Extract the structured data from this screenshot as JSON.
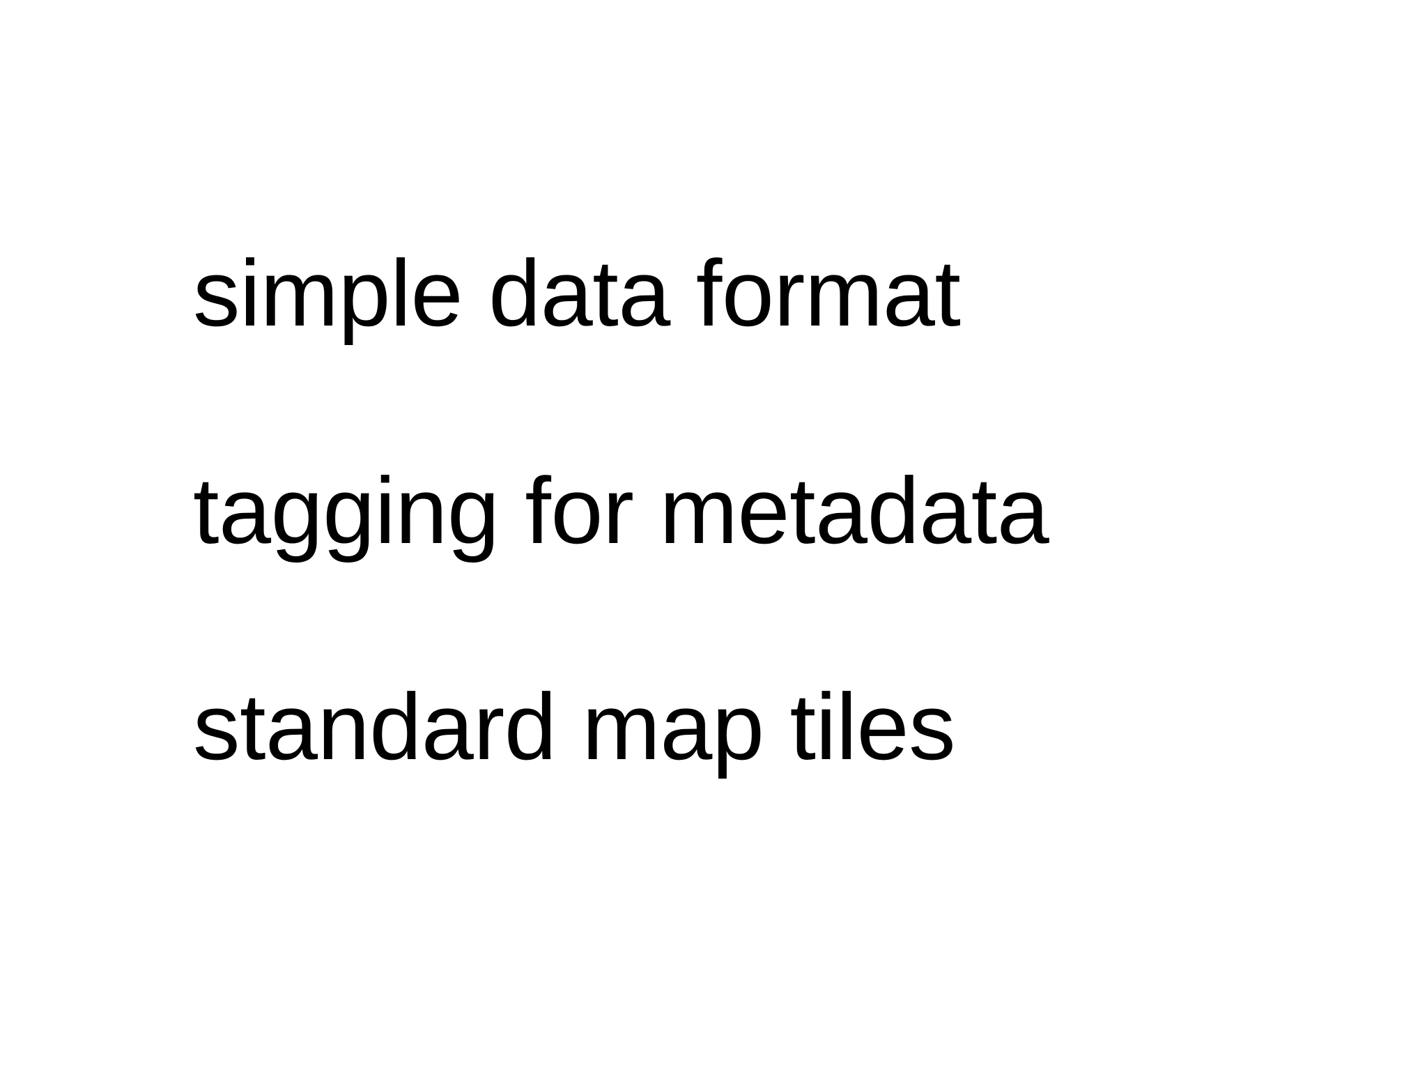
{
  "slide": {
    "background_color": "#ffffff",
    "text_color": "#000000",
    "lines": [
      {
        "id": "line-1",
        "text": "simple data format"
      },
      {
        "id": "line-2",
        "text": "tagging for metadata"
      },
      {
        "id": "line-3",
        "text": "standard map tiles"
      }
    ]
  }
}
